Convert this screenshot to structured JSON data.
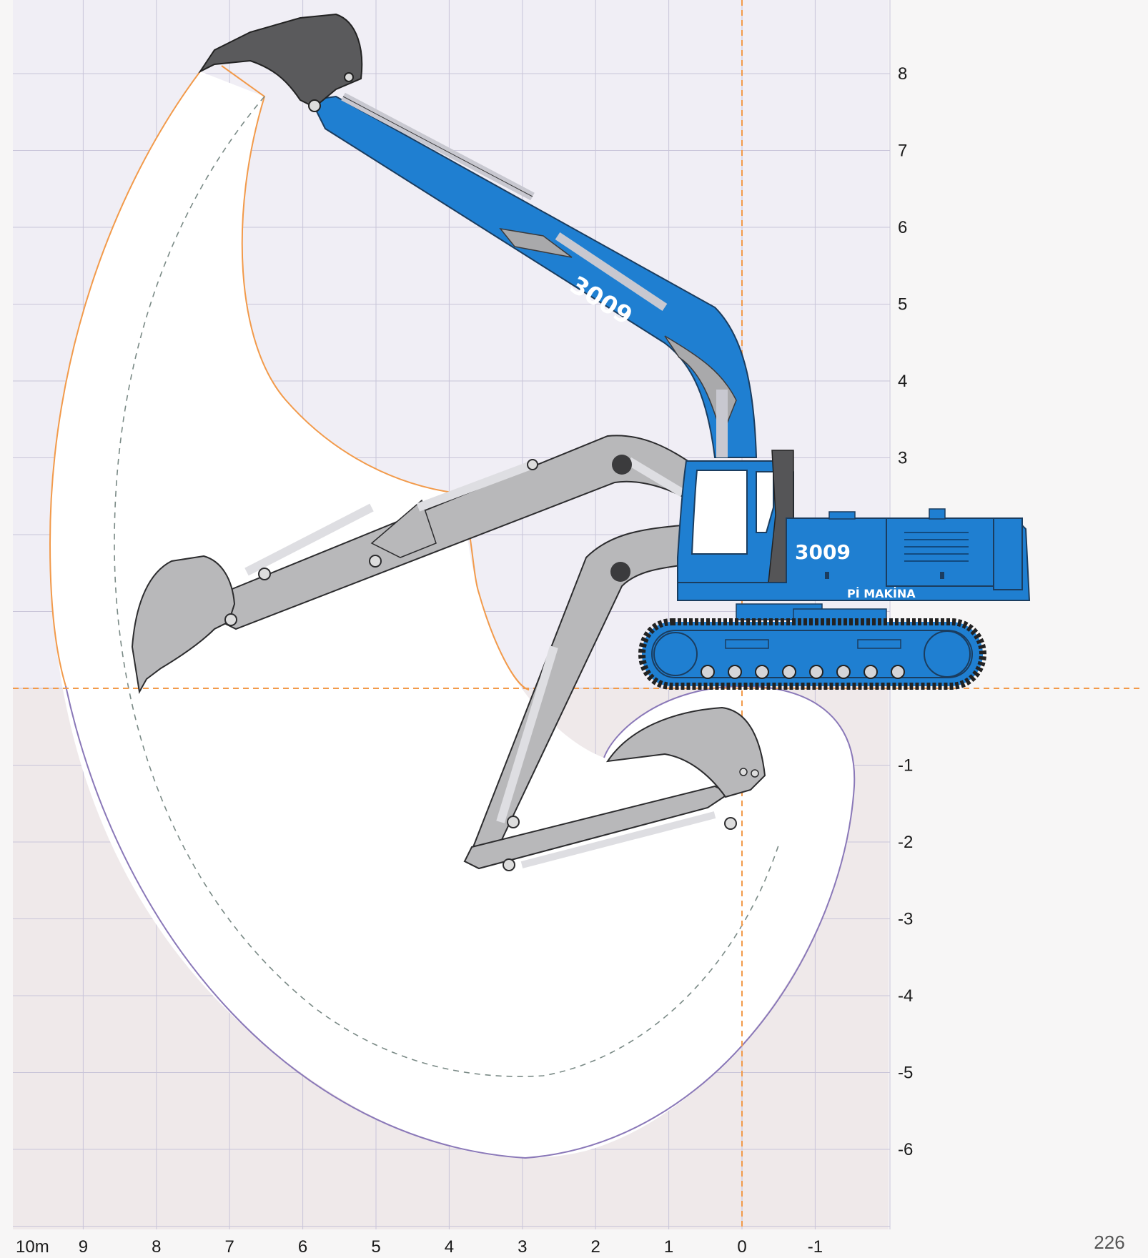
{
  "figure": {
    "x_ticks": [
      {
        "label": "10m",
        "value": 10
      },
      {
        "label": "9",
        "value": 9
      },
      {
        "label": "8",
        "value": 8
      },
      {
        "label": "7",
        "value": 7
      },
      {
        "label": "6",
        "value": 6
      },
      {
        "label": "5",
        "value": 5
      },
      {
        "label": "4",
        "value": 4
      },
      {
        "label": "3",
        "value": 3
      },
      {
        "label": "2",
        "value": 2
      },
      {
        "label": "1",
        "value": 1
      },
      {
        "label": "0",
        "value": 0
      },
      {
        "label": "-1",
        "value": -1
      }
    ],
    "y_ticks": [
      {
        "label": "8",
        "value": 8
      },
      {
        "label": "7",
        "value": 7
      },
      {
        "label": "6",
        "value": 6
      },
      {
        "label": "5",
        "value": 5
      },
      {
        "label": "4",
        "value": 4
      },
      {
        "label": "3",
        "value": 3
      },
      {
        "label": "-1",
        "value": -1
      },
      {
        "label": "-2",
        "value": -2
      },
      {
        "label": "-3",
        "value": -3
      },
      {
        "label": "-4",
        "value": -4
      },
      {
        "label": "-5",
        "value": -5
      },
      {
        "label": "-6",
        "value": -6
      }
    ],
    "page_number": "226",
    "model_label_boom": "3009",
    "model_label_cab": "3009",
    "brand_label": "Pİ MAKİNA"
  },
  "colors": {
    "above_ground_bg": "#f0eef5",
    "below_ground_bg": "#efe9ea",
    "reach_upper_curve": "#f29a4a",
    "reach_lower_curve": "#8a78b8",
    "dashed_path": "#7a8a86",
    "axis_dashed": "#f29a4a",
    "machine_blue": "#1f7fd1",
    "arm_gray": "#b8b8ba",
    "bucket_dark": "#5a5a5c"
  }
}
